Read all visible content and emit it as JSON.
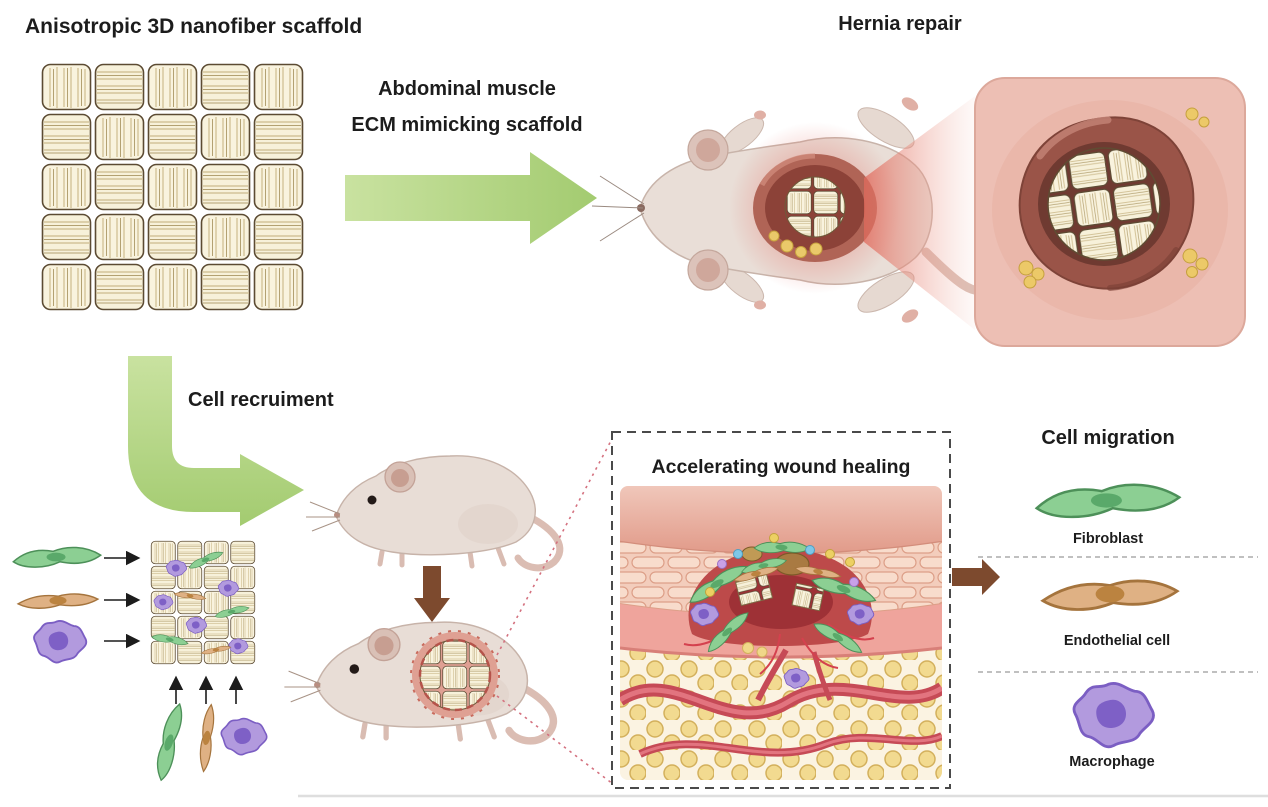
{
  "figure": {
    "scaffold": {
      "title": "Anisotropic 3D nanofiber scaffold"
    },
    "hernia": {
      "title": "Hernia repair",
      "arrow_label_1": "Abdominal muscle",
      "arrow_label_2": "ECM mimicking scaffold"
    },
    "recruitment": {
      "label": "Cell recruiment"
    },
    "healing": {
      "title": "Accelerating wound healing"
    },
    "migration": {
      "title": "Cell migration",
      "cells": [
        {
          "label": "Fibroblast",
          "color": "#6fbe77"
        },
        {
          "label": "Endothelial cell",
          "color": "#cf9a62"
        },
        {
          "label": "Macrophage",
          "color": "#8f6fd0"
        }
      ]
    },
    "colors": {
      "arrow_green": "#b5d886",
      "arrow_brown": "#7d4a2e",
      "scaffold_fiber": "#f8f2de",
      "skin_pink": "#ecbcb1",
      "wound_red": "#c1484b"
    }
  }
}
